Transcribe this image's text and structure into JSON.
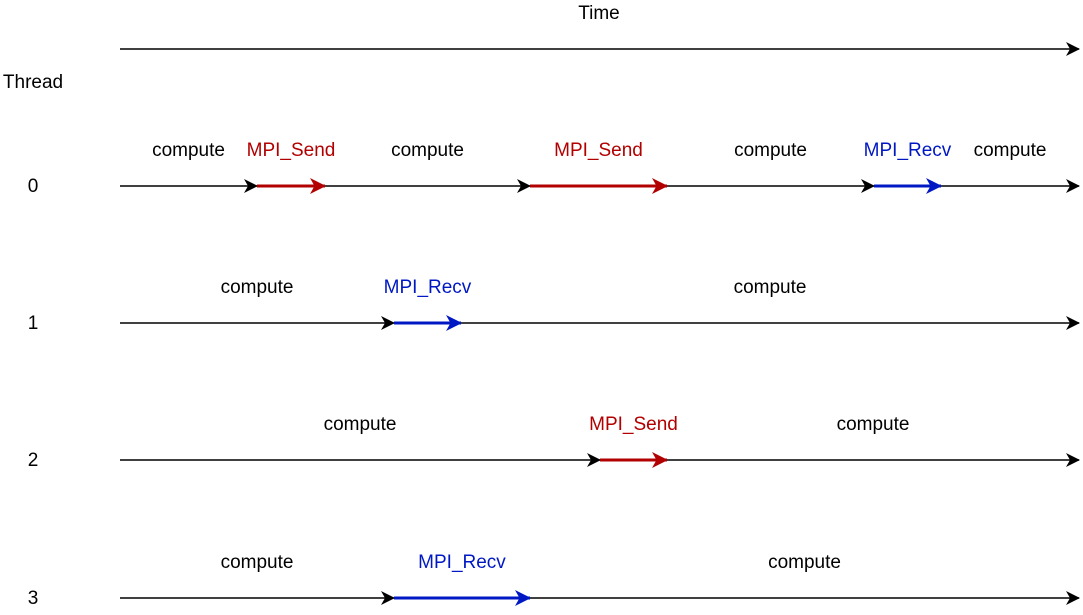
{
  "time_label": "Time",
  "thread_label": "Thread",
  "colors": {
    "line": "#000000",
    "send": "#b20000",
    "recv": "#0018c4"
  },
  "threads": [
    {
      "id": "0",
      "segments": [
        {
          "kind": "compute",
          "label": "compute"
        },
        {
          "kind": "send",
          "label": "MPI_Send"
        },
        {
          "kind": "compute",
          "label": "compute"
        },
        {
          "kind": "send",
          "label": "MPI_Send"
        },
        {
          "kind": "compute",
          "label": "compute"
        },
        {
          "kind": "recv",
          "label": "MPI_Recv"
        },
        {
          "kind": "compute",
          "label": "compute"
        }
      ]
    },
    {
      "id": "1",
      "segments": [
        {
          "kind": "compute",
          "label": "compute"
        },
        {
          "kind": "recv",
          "label": "MPI_Recv"
        },
        {
          "kind": "compute",
          "label": "compute"
        }
      ]
    },
    {
      "id": "2",
      "segments": [
        {
          "kind": "compute",
          "label": "compute"
        },
        {
          "kind": "send",
          "label": "MPI_Send"
        },
        {
          "kind": "compute",
          "label": "compute"
        }
      ]
    },
    {
      "id": "3",
      "segments": [
        {
          "kind": "compute",
          "label": "compute"
        },
        {
          "kind": "recv",
          "label": "MPI_Recv"
        },
        {
          "kind": "compute",
          "label": "compute"
        }
      ]
    }
  ]
}
